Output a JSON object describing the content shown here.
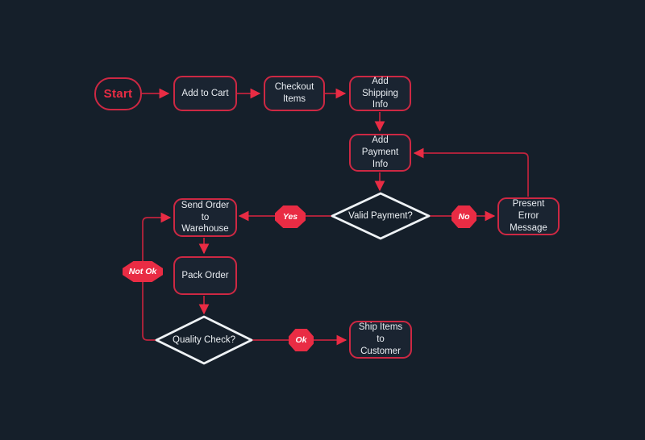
{
  "canvas": {
    "background": "#151f2a",
    "node_border_color": "#cd2843",
    "node_fill_color": "#1a2431",
    "connector_color": "#c0233c",
    "accent_red": "#e92c44",
    "node_text_color": "#e9edf2",
    "diamond_stroke_color": "#eef2f5"
  },
  "nodes": {
    "start": {
      "label": "Start",
      "type": "terminal"
    },
    "add_to_cart": {
      "label": "Add to Cart",
      "type": "process"
    },
    "checkout_items": {
      "label": "Checkout Items",
      "type": "process"
    },
    "add_shipping": {
      "label": "Add Shipping Info",
      "type": "process"
    },
    "add_payment": {
      "label": "Add Payment Info",
      "type": "process"
    },
    "valid_payment": {
      "label": "Valid Payment?",
      "type": "decision"
    },
    "send_order": {
      "label": "Send Order to Warehouse",
      "type": "process"
    },
    "present_error": {
      "label": "Present Error Message",
      "type": "process"
    },
    "pack_order": {
      "label": "Pack Order",
      "type": "process"
    },
    "quality_check": {
      "label": "Quality Check?",
      "type": "decision"
    },
    "ship_items": {
      "label": "Ship Items to Customer",
      "type": "process"
    }
  },
  "edge_labels": {
    "yes": "Yes",
    "no": "No",
    "ok": "Ok",
    "not_ok": "Not Ok"
  }
}
